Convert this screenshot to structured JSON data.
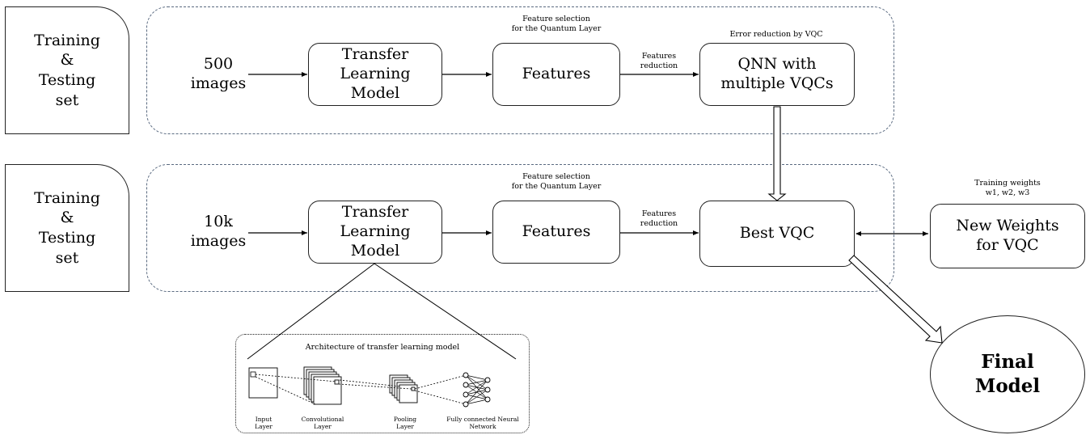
{
  "row1": {
    "side_label": "Training\n&\nTesting\nset",
    "input_label": "500\nimages",
    "transfer_model": "Transfer\nLearning\nModel",
    "features": "Features",
    "qnn": "QNN with\nmultiple VQCs",
    "feature_selection_note": "Feature selection\nfor the Quantum Layer",
    "features_reduction_note": "Features\nreduction",
    "error_reduction_note": "Error reduction by VQC"
  },
  "row2": {
    "side_label": "Training\n&\nTesting\nset",
    "input_label": "10k\nimages",
    "transfer_model": "Transfer\nLearning\nModel",
    "features": "Features",
    "best_vqc": "Best VQC",
    "feature_selection_note": "Feature selection\nfor the Quantum Layer",
    "features_reduction_note": "Features\nreduction",
    "training_weights_note": "Training weights\nw1, w2, w3",
    "new_weights": "New Weights\nfor VQC"
  },
  "final_model": "Final\nModel",
  "architecture": {
    "title": "Architecture of transfer learning model",
    "input_layer": "Input\nLayer",
    "conv_layer": "Convolutional\nLayer",
    "pooling_layer": "Pooling\nLayer",
    "fc_network": "Fully connected Neural\nNetwork"
  }
}
